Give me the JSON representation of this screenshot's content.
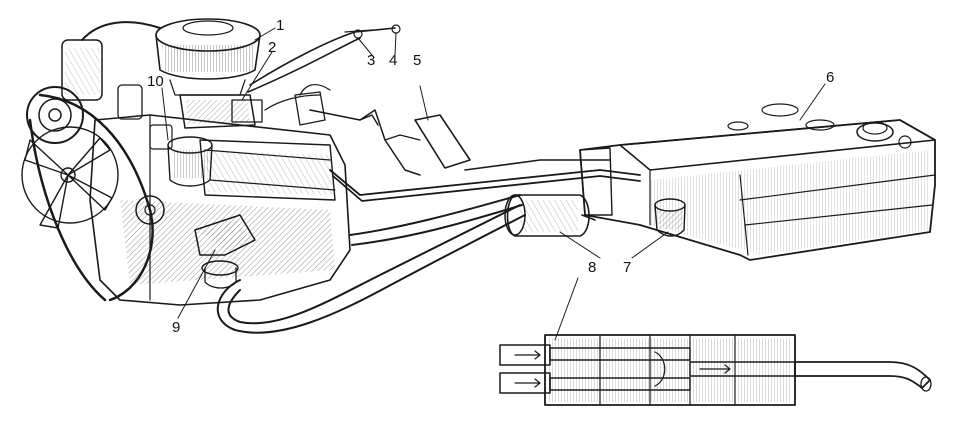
{
  "figure": {
    "callouts": [
      {
        "id": "1",
        "text": "1"
      },
      {
        "id": "2",
        "text": "2"
      },
      {
        "id": "3",
        "text": "3"
      },
      {
        "id": "4",
        "text": "4"
      },
      {
        "id": "5",
        "text": "5"
      },
      {
        "id": "6",
        "text": "6"
      },
      {
        "id": "7",
        "text": "7"
      },
      {
        "id": "8",
        "text": "8"
      },
      {
        "id": "9",
        "text": "9"
      },
      {
        "id": "10",
        "text": "10"
      }
    ]
  },
  "colors": {
    "ink": "#1a1a1a",
    "background": "#ffffff",
    "shade": "#6a6a6a"
  }
}
